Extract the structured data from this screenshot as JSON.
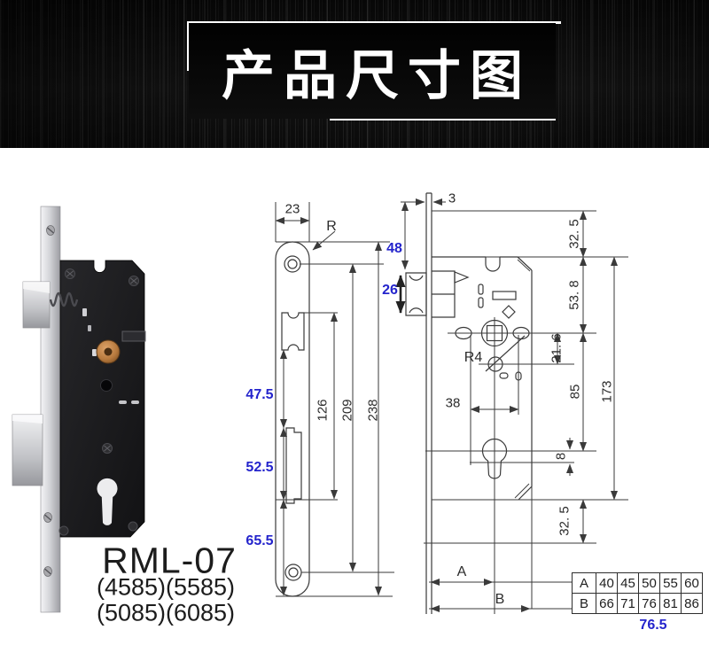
{
  "header": {
    "title": "产品尺寸图"
  },
  "product": {
    "model": "RML-07",
    "sizes_line1": "(4585)(5585)",
    "sizes_line2": "(5085)(6085)"
  },
  "faceplate_view": {
    "plate_width": "23",
    "corner_radius_label": "R",
    "latch_to_cylinder": "47.5",
    "cylinder_cutout_height": "52.5",
    "cylinder_to_bottom": "65.5",
    "cutout_span": "126",
    "screw_span": "209",
    "plate_length": "238"
  },
  "body_view": {
    "faceplate_thickness": "3",
    "top_to_latch": "48",
    "latch_height": "26",
    "top_margin": "32. 5",
    "top_to_hub": "53. 8",
    "hub_to_hole": "21. 6",
    "hole_radius_label": "R4",
    "hub_to_cylinder": "85",
    "case_height": "173",
    "hub_offset": "38",
    "cylinder_offset": "8",
    "bottom_margin": "32. 5",
    "backset_label": "A",
    "overall_label": "B",
    "note": "76.5"
  },
  "size_table": {
    "rows": [
      {
        "label": "A",
        "values": [
          "40",
          "45",
          "50",
          "55",
          "60"
        ]
      },
      {
        "label": "B",
        "values": [
          "66",
          "71",
          "76",
          "81",
          "86"
        ]
      }
    ]
  },
  "colors": {
    "blue": "#2424cc",
    "line": "#3a3a3a",
    "header_bg": "#0b0b0b"
  }
}
